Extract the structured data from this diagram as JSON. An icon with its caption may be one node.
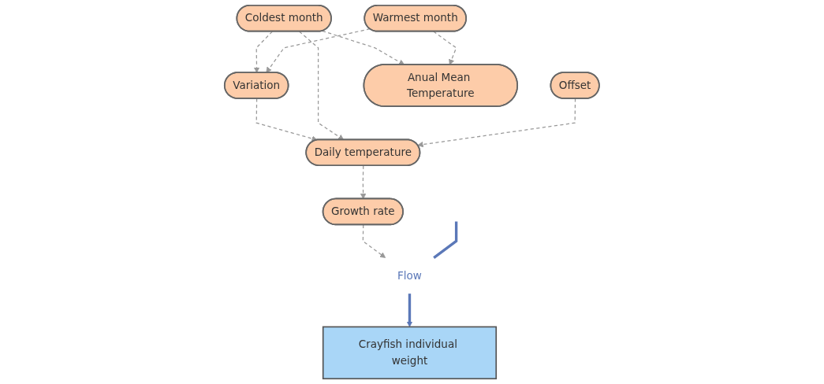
{
  "diagram": {
    "nodes": [
      {
        "text": [
          "Variation"
        ]
      },
      {
        "text": [
          "Coldest month"
        ]
      },
      {
        "text": [
          "Offset"
        ]
      },
      {
        "text": [
          "Warmest month"
        ]
      },
      {
        "text": [
          "Anual Mean Temperature"
        ]
      },
      {
        "text": [
          "Daily temperature"
        ]
      },
      {
        "text": [
          "Growth rate"
        ]
      },
      {
        "text": [
          "Flow"
        ]
      },
      {
        "text": [
          "Crayfish individual weight"
        ]
      }
    ],
    "edges": [
      {
        "from": 1,
        "to": 0,
        "arrow": "to",
        "style": "dashed"
      },
      {
        "from": 3,
        "to": 0,
        "arrow": "to",
        "style": "dashed"
      },
      {
        "from": 1,
        "to": 4,
        "arrow": "to",
        "style": "dashed"
      },
      {
        "from": 3,
        "to": 4,
        "arrow": "to",
        "style": "dashed"
      },
      {
        "from": 0,
        "to": 5,
        "arrow": "to",
        "style": "dashed"
      },
      {
        "from": 1,
        "to": 5,
        "arrow": "to",
        "style": "dashed"
      },
      {
        "from": 2,
        "to": 5,
        "arrow": "to",
        "style": "dashed"
      },
      {
        "from": 5,
        "to": 6,
        "arrow": "to",
        "style": "dashed"
      },
      {
        "from": 6,
        "to": 7,
        "arrow": "to",
        "style": "dashed"
      },
      {
        "from": null,
        "to": 7,
        "arrow": "none",
        "style": "thick",
        "color": "#5b78b8"
      },
      {
        "from": 7,
        "to": 8,
        "arrow": "to",
        "style": "thick",
        "color": "#5b78b8"
      }
    ]
  }
}
